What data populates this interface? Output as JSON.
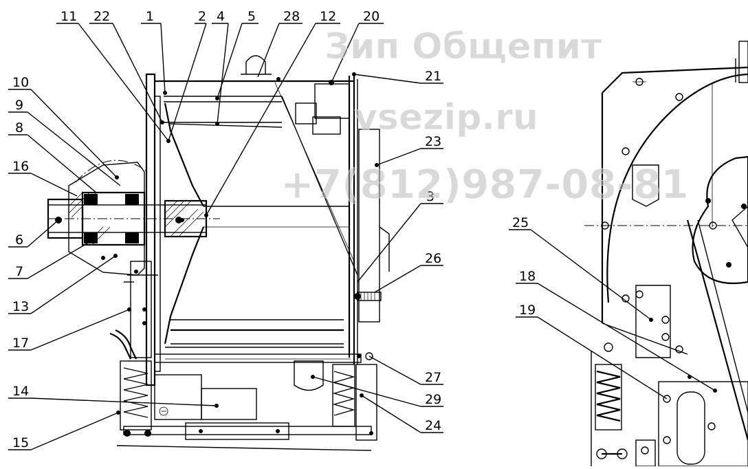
{
  "watermark": {
    "line1": "Зип Общепит",
    "line2": "vsezip.ru",
    "line3": "+7(812)987-08-81"
  },
  "callouts": {
    "c11": "11",
    "c22": "22",
    "c1": "1",
    "c2": "2",
    "c4": "4",
    "c5": "5",
    "c28": "28",
    "c12": "12",
    "c20": "20",
    "c21": "21",
    "c10": "10",
    "c9": "9",
    "c8": "8",
    "c16": "16",
    "c6": "6",
    "c7": "7",
    "c13": "13",
    "c17": "17",
    "c14": "14",
    "c15": "15",
    "c23": "23",
    "c3": "3",
    "c26": "26",
    "c27": "27",
    "c29": "29",
    "c24": "24",
    "c25": "25",
    "c18": "18",
    "c19": "19"
  }
}
